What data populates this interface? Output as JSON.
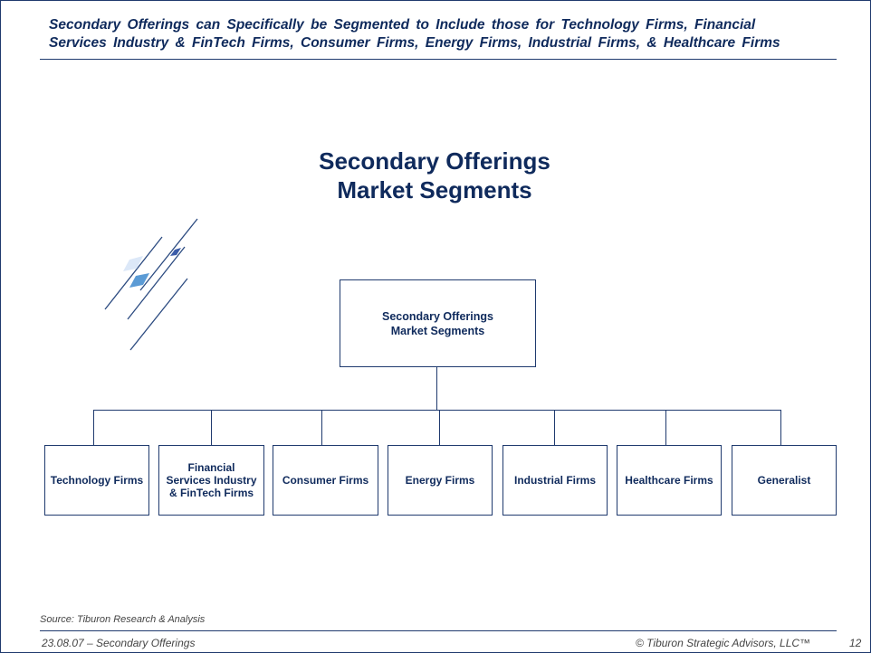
{
  "header": {
    "line1": "Secondary Offerings can Specifically be Segmented to Include those for Technology Firms, Financial",
    "line2": "Services Industry & FinTech Firms, Consumer Firms, Energy Firms, Industrial Firms, & Healthcare Firms"
  },
  "title": {
    "line1": "Secondary Offerings",
    "line2": "Market Segments"
  },
  "root": {
    "line1": "Secondary Offerings",
    "line2": "Market Segments"
  },
  "segments": [
    {
      "label": "Technology Firms"
    },
    {
      "label": "Financial Services Industry & FinTech Firms"
    },
    {
      "label": "Consumer Firms"
    },
    {
      "label": "Energy Firms"
    },
    {
      "label": "Industrial Firms"
    },
    {
      "label": "Healthcare Firms"
    },
    {
      "label": "Generalist"
    }
  ],
  "footer": {
    "source": "Source:  Tiburon Research & Analysis",
    "date": "23.08.07 – Secondary Offerings",
    "copyright": "© Tiburon Strategic Advisors, LLC™",
    "page": "12"
  }
}
